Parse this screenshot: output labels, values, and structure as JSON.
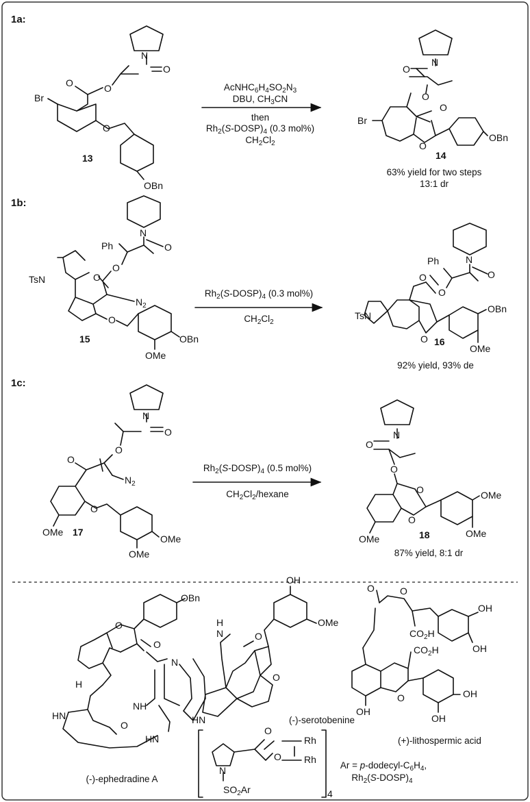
{
  "sections": {
    "a": {
      "label": "1a:",
      "reagents": [
        "AcNHC6H4SO2N3",
        "DBU, CH3CN",
        "then",
        "Rh2(S-DOSP)4 (0.3 mol%)",
        "CH2Cl2"
      ],
      "sm_number": "13",
      "product_number": "14",
      "result": [
        "63% yield for two steps",
        "13:1 dr"
      ]
    },
    "b": {
      "label": "1b:",
      "reagents": [
        "Rh2(S-DOSP)4 (0.3 mol%)",
        "CH2Cl2"
      ],
      "sm_number": "15",
      "product_number": "16",
      "result": [
        "92% yield, 93% de"
      ]
    },
    "c": {
      "label": "1c:",
      "reagents": [
        "Rh2(S-DOSP)4 (0.5 mol%)",
        "CH2Cl2/hexane"
      ],
      "sm_number": "17",
      "product_number": "18",
      "result": [
        "87% yield, 8:1 dr"
      ]
    }
  },
  "atoms": {
    "N": "N",
    "O": "O",
    "Br": "Br",
    "OBn": "OBn",
    "OMe": "OMe",
    "Ph": "Ph",
    "TsN": "TsN",
    "N2": "N2",
    "OH": "OH",
    "H": "H",
    "HN": "HN",
    "NH": "NH",
    "CO2H": "CO2H",
    "Rh": "Rh",
    "SO2Ar": "SO2Ar",
    "sub4": "4"
  },
  "natural_products": {
    "ephedradine": "(-)-ephedradine A",
    "serotobenine": "(-)-serotobenine",
    "lithospermic": "(+)-lithospermic acid",
    "catalyst_def": [
      "Ar = p-dodecyl-C6H4,",
      "Rh2(S-DOSP)4"
    ]
  },
  "colors": {
    "border": "#333333",
    "ink": "#111111",
    "background": "#ffffff"
  }
}
